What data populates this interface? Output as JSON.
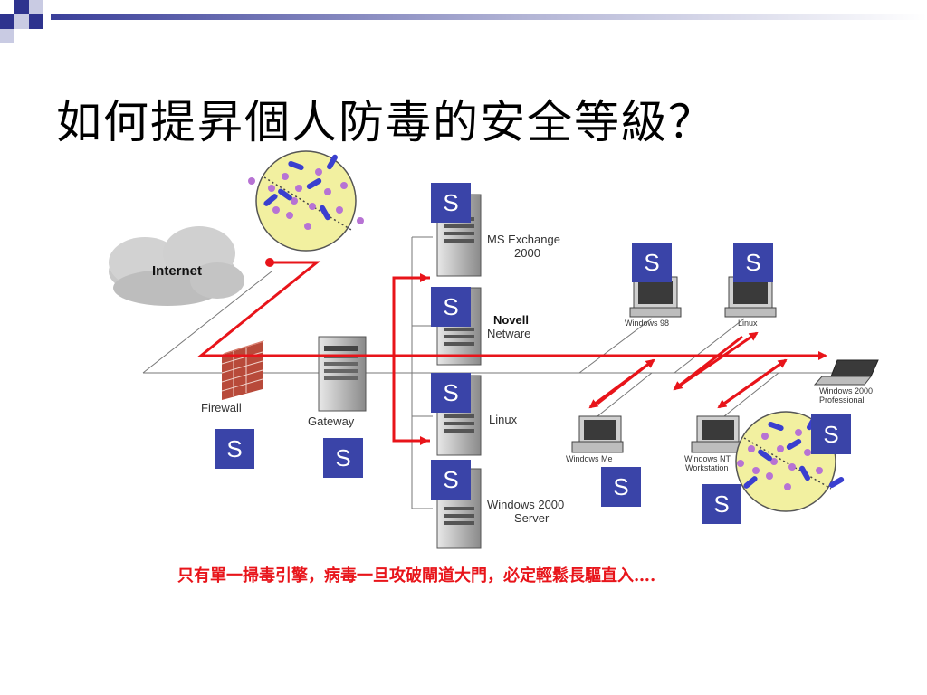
{
  "title": "如何提昇個人防毒的安全等級？",
  "caption": "只有單一掃毒引擎，病毒一旦攻破閘道大門，必定輕鬆長驅直入….",
  "s_label": "S",
  "labels": {
    "internet": "Internet",
    "firewall": "Firewall",
    "gateway": "Gateway",
    "exchange_1": "MS Exchange",
    "exchange_2": "2000",
    "novell_1": "Novell",
    "novell_2": "Netware",
    "linux_server": "Linux",
    "winserver_1": "Windows 2000",
    "winserver_2": "Server",
    "win98": "Windows 98",
    "linux_client": "Linux",
    "winme": "Windows Me",
    "winnt_1": "Windows NT",
    "winnt_2": "Workstation",
    "win2000pro_1": "Windows 2000",
    "win2000pro_2": "Professional"
  },
  "colors": {
    "s_box": "#3a44a8",
    "arrow": "#e8141a",
    "caption": "#e8141a",
    "virus_fill": "#f2f0a0"
  },
  "icons": [
    "cloud-icon",
    "firewall-icon",
    "server-icon",
    "desktop-icon",
    "laptop-icon",
    "virus-icon"
  ]
}
